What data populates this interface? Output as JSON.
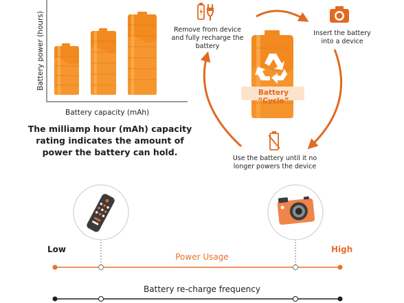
{
  "chart": {
    "ylabel": "Battery power (hours)",
    "xlabel": "Battery capacity (mAh)",
    "caption": "The milliamp hour (mAh) capacity rating indicates the amount of power the battery can hold."
  },
  "cycle": {
    "center_label": "Battery “Cycle”",
    "steps": [
      {
        "icon": "charging-battery-plug-icon",
        "text": "Remove from device and fully recharge the battery"
      },
      {
        "icon": "camera-icon",
        "text": "Insert the battery into a device"
      },
      {
        "icon": "empty-battery-icon",
        "text": "Use the battery until it no longer powers the device"
      }
    ]
  },
  "scale": {
    "low": "Low",
    "high": "High",
    "power_usage_label": "Power Usage",
    "recharge_label": "Battery re-charge frequency",
    "low_example_icon": "tv-remote-icon",
    "high_example_icon": "digital-camera-icon"
  },
  "colors": {
    "orange": "#f28a1f",
    "dark_orange": "#e06a21",
    "accent": "#e8702a",
    "text": "#1e1e1e",
    "axis": "#9a9a9a"
  }
}
